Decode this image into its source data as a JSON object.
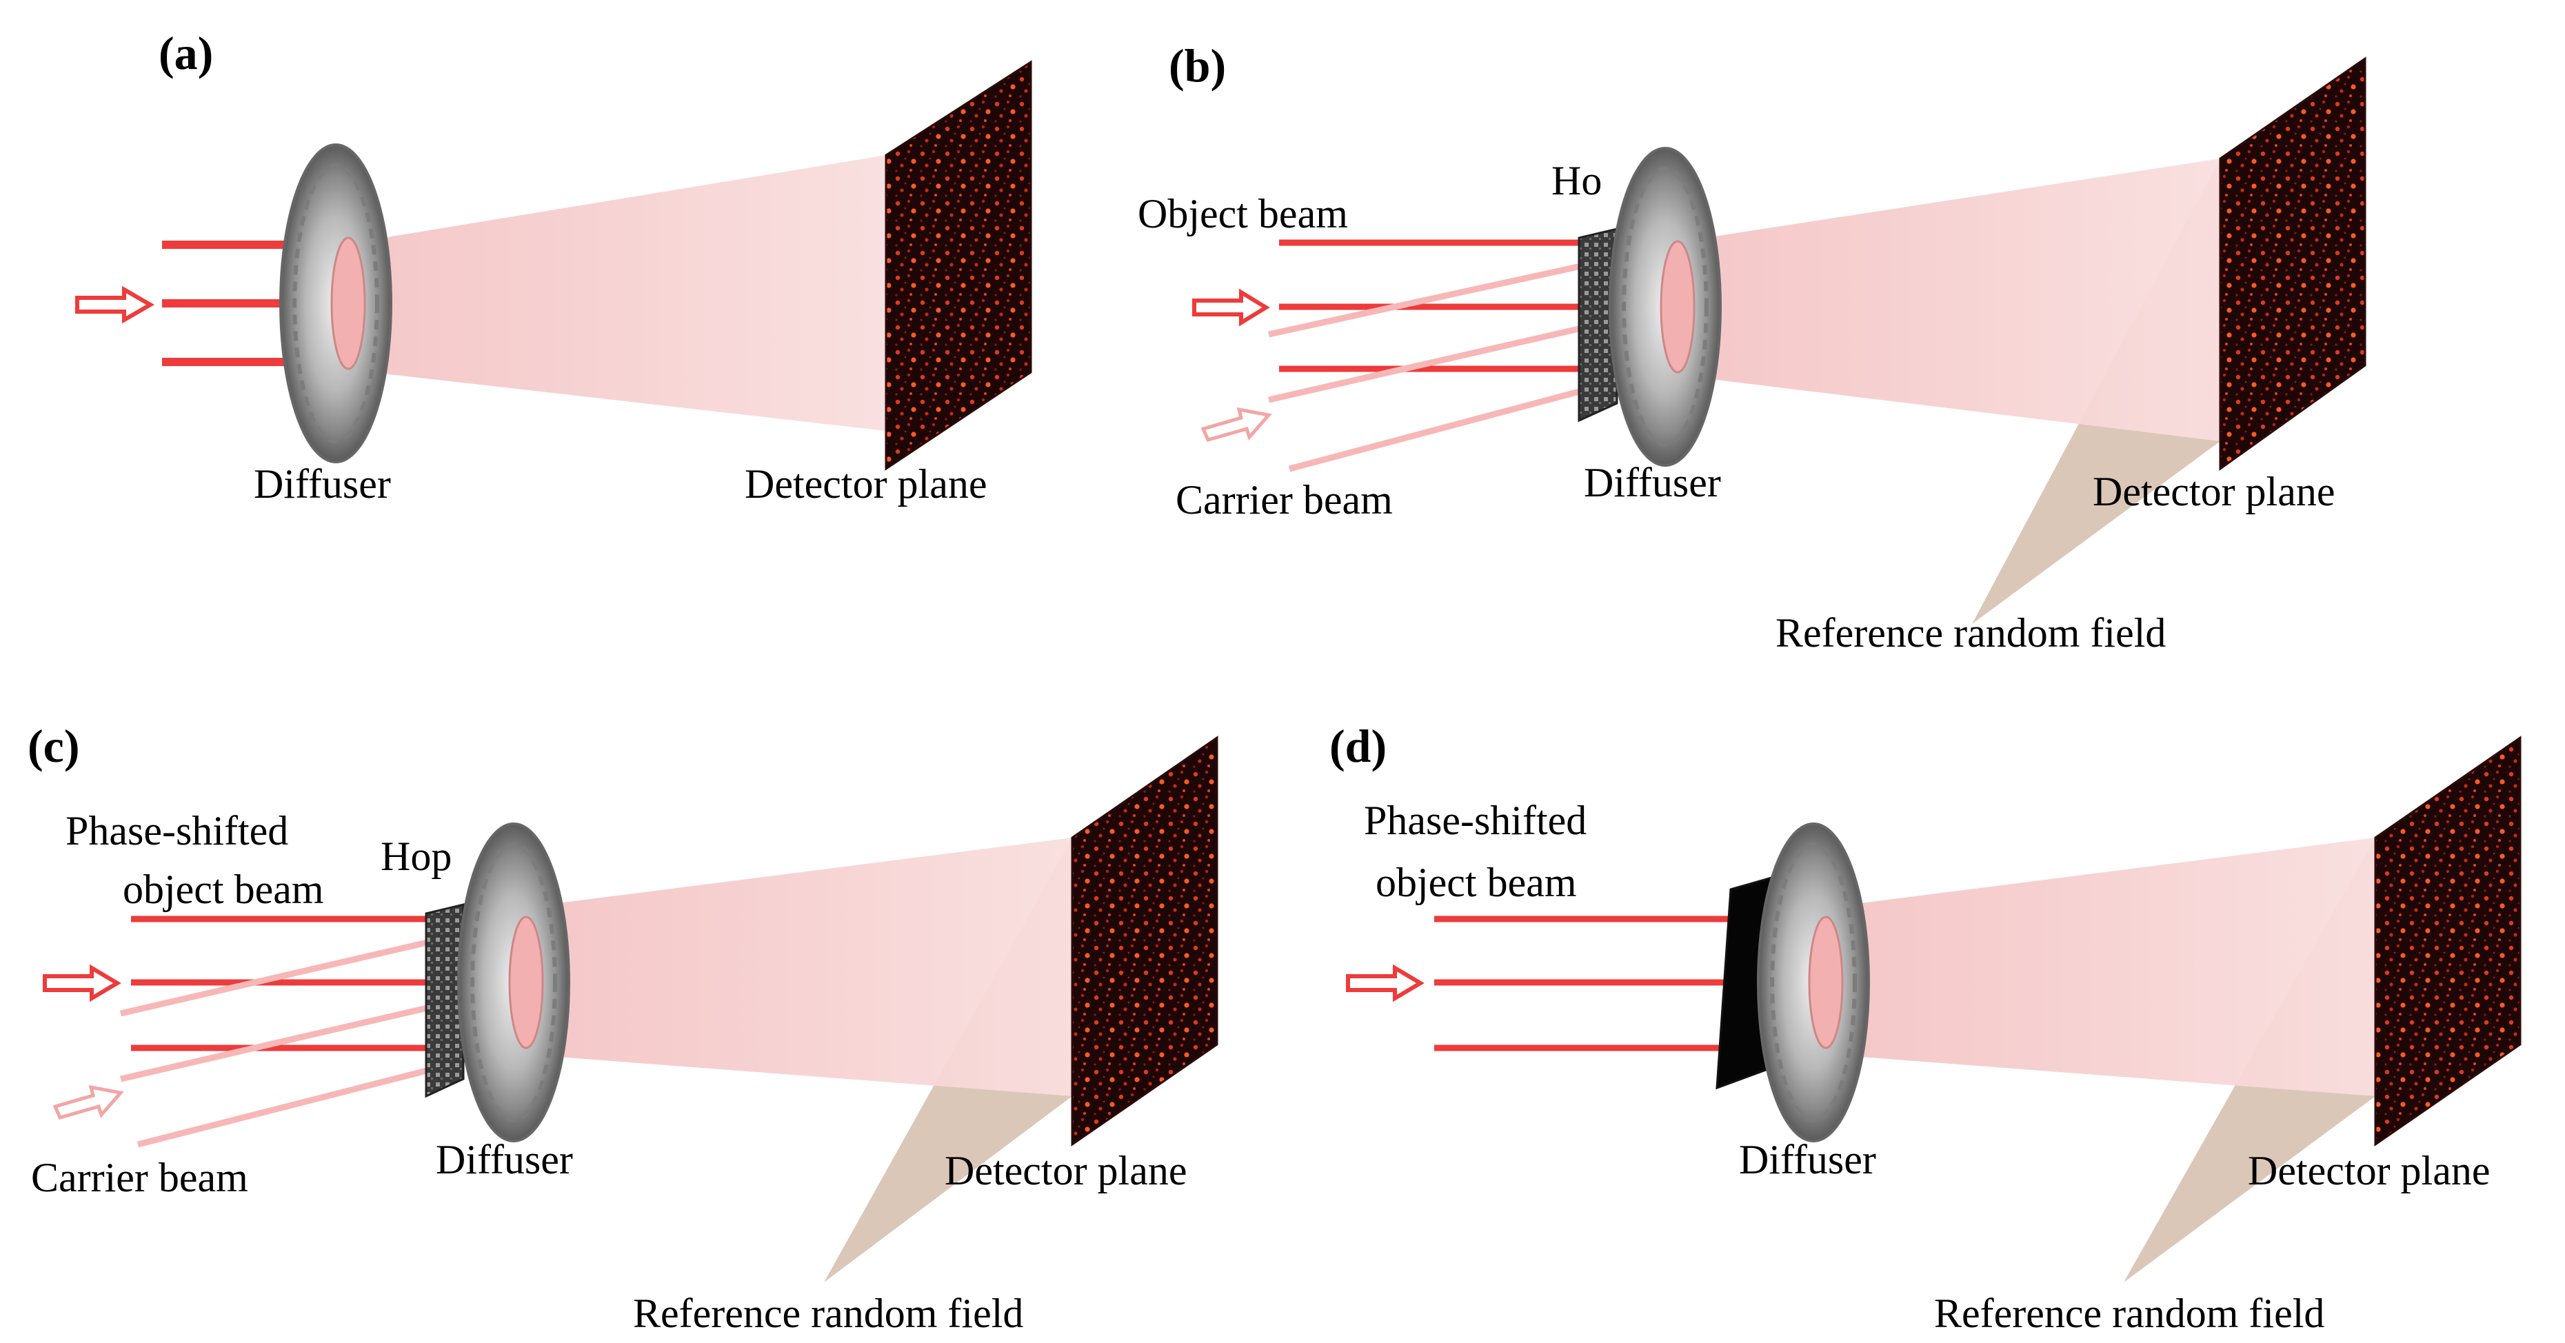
{
  "panels": {
    "a": {
      "label": "(a)",
      "diffuser": "Diffuser",
      "detector": "Detector plane"
    },
    "b": {
      "label": "(b)",
      "object": "Object beam",
      "carrier": "Carrier beam",
      "hologram": "Ho",
      "diffuser": "Diffuser",
      "detector": "Detector plane",
      "reference": "Reference random field"
    },
    "c": {
      "label": "(c)",
      "object_line1": "Phase-shifted",
      "object_line2": "object beam",
      "carrier": "Carrier beam",
      "hologram": "Hop",
      "diffuser": "Diffuser",
      "detector": "Detector plane",
      "reference": "Reference random field"
    },
    "d": {
      "label": "(d)",
      "object_line1": "Phase-shifted",
      "object_line2": "object beam",
      "diffuser": "Diffuser",
      "detector": "Detector plane",
      "reference": "Reference random field"
    }
  },
  "colors": {
    "beam": "#ee3b3b",
    "carrier": "#f7b7b7",
    "cone": "#f6d2d2",
    "reference_field": "#d9c4b4",
    "speckle_bg": "#1e0606",
    "speckle_dot": "#e33a1a"
  }
}
